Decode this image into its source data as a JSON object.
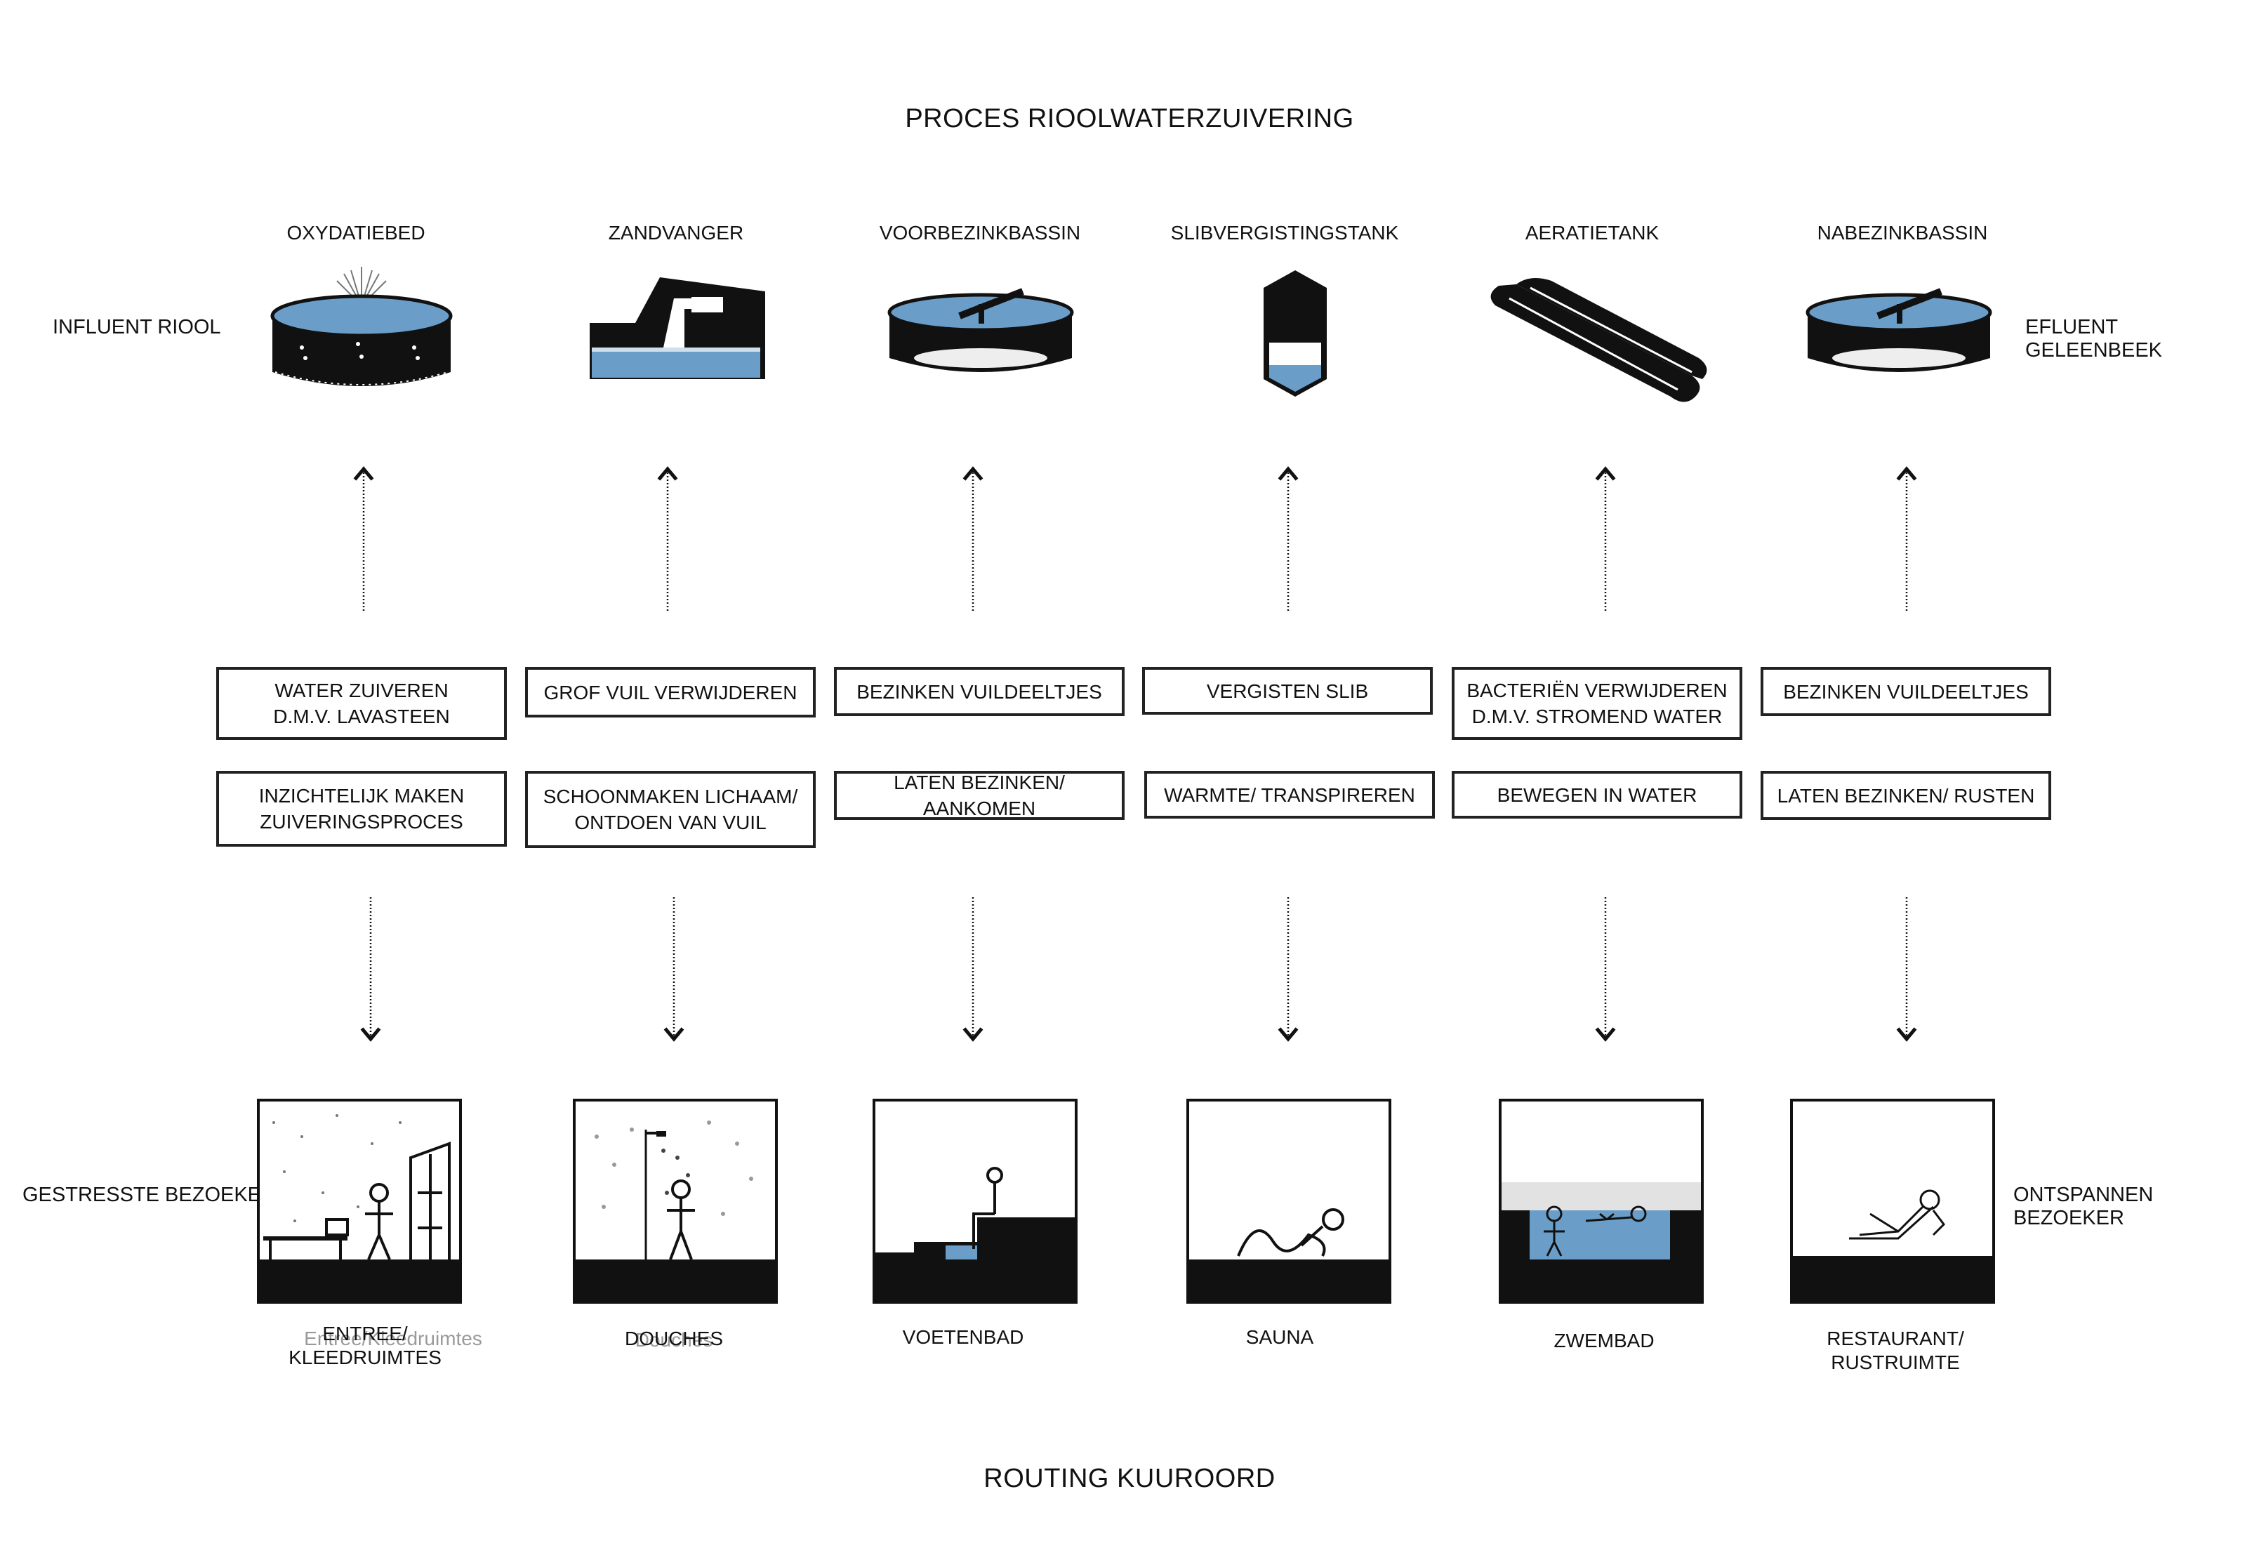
{
  "title_top": "PROCES RIOOLWATERZUIVERING",
  "title_bottom": "ROUTING KUUROORD",
  "side_labels": {
    "influent": "INFLUENT RIOOL",
    "effluent": "EFLUENT GELEENBEEK",
    "stressed": "GESTRESSTE BEZOEKER",
    "relaxed": "ONTSPANNEN BEZOEKER"
  },
  "columns": [
    {
      "process": "OXYDATIEBED",
      "icon": "oxidation-bed-icon",
      "function": "WATER ZUIVEREN\nD.M.V. LAVASTEEN",
      "activity": "INZICHTELIJK MAKEN\nZUIVERINGSPROCES",
      "room": "ENTREE/\nKLEEDRUIMTES",
      "room_ghost": "Entree/Kleedruimtes"
    },
    {
      "process": "ZANDVANGER",
      "icon": "sand-trap-icon",
      "function": "GROF VUIL VERWIJDEREN",
      "activity": "SCHOONMAKEN LICHAAM/\nONTDOEN VAN VUIL",
      "room": "DOUCHES",
      "room_ghost": "Douches"
    },
    {
      "process": "VOORBEZINKBASSIN",
      "icon": "settling-basin-icon",
      "function": "BEZINKEN VUILDEELTJES",
      "activity": "LATEN BEZINKEN/ AANKOMEN",
      "room": "VOETENBAD"
    },
    {
      "process": "SLIBVERGISTINGSTANK",
      "icon": "digester-tank-icon",
      "function": "VERGISTEN SLIB",
      "activity": "WARMTE/ TRANSPIREREN",
      "room": "SAUNA"
    },
    {
      "process": "AERATIETANK",
      "icon": "aeration-tank-icon",
      "function": "BACTERIËN VERWIJDEREN\nD.M.V. STROMEND WATER",
      "activity": "BEWEGEN IN WATER",
      "room": "ZWEMBAD"
    },
    {
      "process": "NABEZINKBASSIN",
      "icon": "final-settling-basin-icon",
      "function": "BEZINKEN VUILDEELTJES",
      "activity": "LATEN BEZINKEN/ RUSTEN",
      "room": "RESTAURANT/\nRUSTRUIMTE"
    }
  ],
  "colors": {
    "water": "#6a9ec8",
    "ink": "#111111"
  }
}
